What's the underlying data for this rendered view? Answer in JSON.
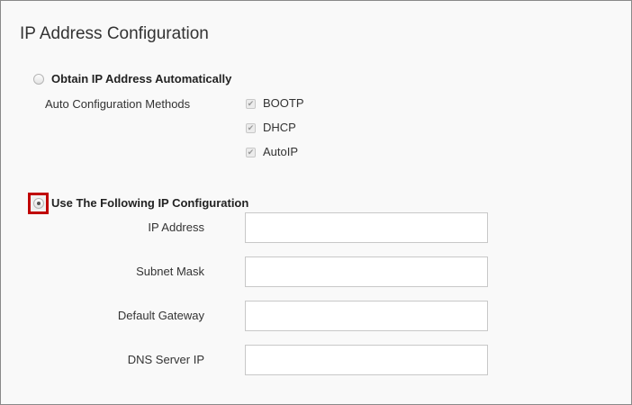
{
  "title": "IP Address Configuration",
  "auto": {
    "label": "Obtain IP Address Automatically",
    "selected": false,
    "methods_label": "Auto Configuration Methods",
    "methods": [
      {
        "label": "BOOTP",
        "checked": true,
        "disabled": true
      },
      {
        "label": "DHCP",
        "checked": true,
        "disabled": true
      },
      {
        "label": "AutoIP",
        "checked": true,
        "disabled": true
      }
    ]
  },
  "manual": {
    "label": "Use The Following IP Configuration",
    "selected": true,
    "fields": [
      {
        "label": "IP Address",
        "value": ""
      },
      {
        "label": "Subnet Mask",
        "value": ""
      },
      {
        "label": "Default Gateway",
        "value": ""
      },
      {
        "label": "DNS Server IP",
        "value": ""
      }
    ]
  },
  "colors": {
    "highlight": "#c00000",
    "background": "#f9f9f9"
  }
}
